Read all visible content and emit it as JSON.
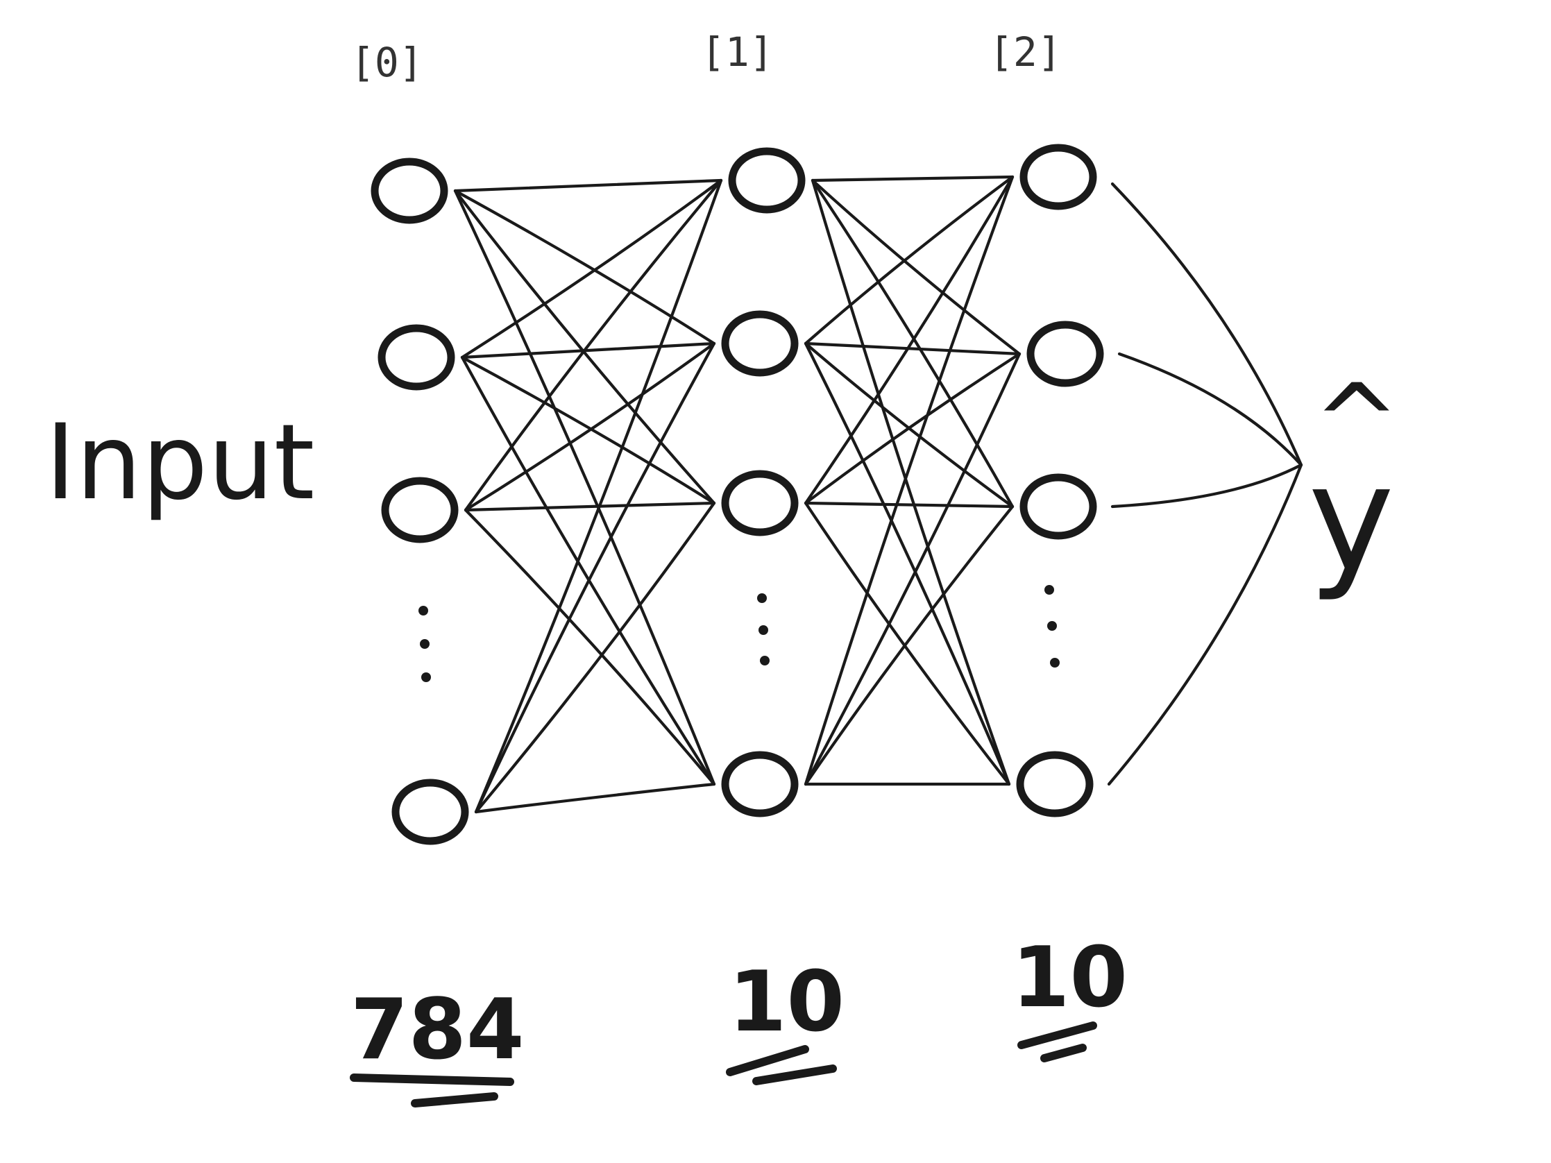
{
  "input_label": "Input",
  "output_label": "y",
  "output_hat": "^",
  "layers": [
    {
      "index": "[0]",
      "size": "784",
      "underlines": 2
    },
    {
      "index": "[1]",
      "size": "10",
      "underlines": 2
    },
    {
      "index": "[2]",
      "size": "10",
      "underlines": 2
    }
  ],
  "ellipsis": "..."
}
